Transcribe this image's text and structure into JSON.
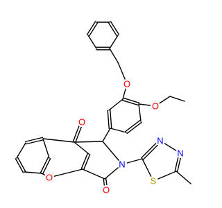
{
  "structure": {
    "atom_labels": {
      "o_benzyl": "O",
      "o_ethoxy": "O",
      "o_carbonyl_top": "O",
      "o_pyran": "O",
      "o_carbonyl_right": "O",
      "n_pyrrole": "N",
      "n_thiadiazole_1": "N",
      "n_thiadiazole_2": "N",
      "s_thiadiazole": "S"
    },
    "colors": {
      "bond": "#000000",
      "oxygen": "#ff0000",
      "nitrogen": "#0000ff",
      "sulfur": "#b3a000"
    }
  }
}
